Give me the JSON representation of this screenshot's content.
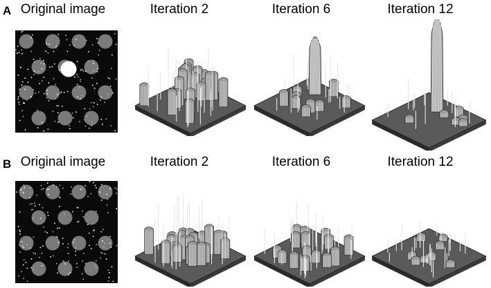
{
  "rows": [
    {
      "letter": "A",
      "titles": [
        "Original image",
        "Iteration 2",
        "Iteration 6",
        "Iteration 12"
      ],
      "has_bright_spot": true,
      "stages": [
        "uniform",
        "merging",
        "winner"
      ]
    },
    {
      "letter": "B",
      "titles": [
        "Original image",
        "Iteration 2",
        "Iteration 6",
        "Iteration 12"
      ],
      "has_bright_spot": false,
      "stages": [
        "uniform",
        "decaying",
        "flat"
      ]
    }
  ],
  "colors": {
    "background": "#ffffff",
    "image_bg": "#0a0a0a",
    "blob": "#7a7a7a",
    "bright_spot": "#ffffff",
    "surface": "#5a5a5a",
    "peak": "#d8d8d8",
    "outline": "#1a1a1a"
  }
}
